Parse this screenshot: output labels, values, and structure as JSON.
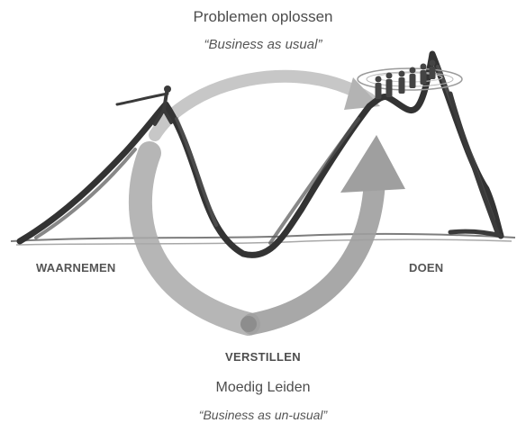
{
  "top": {
    "title": "Problemen oplossen",
    "subtitle": "“Business as usual”"
  },
  "labels": {
    "left": "WAARNEMEN",
    "right": "DOEN",
    "bottom": "VERSTILLEN"
  },
  "bottom": {
    "title": "Moedig Leiden",
    "subtitle": "“Business as un-usual”"
  },
  "colors": {
    "mountain_stroke": "#3a3a3a",
    "arrow_gray": "#9a9a9a",
    "arrow_light": "#c4c4c4",
    "text": "#4d4d4d"
  }
}
